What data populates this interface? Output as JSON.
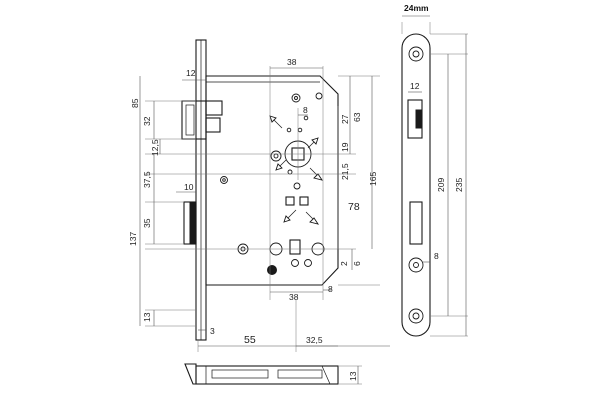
{
  "header": {
    "backset_label": "24mm"
  },
  "dimensions": {
    "d38_top": "38",
    "d12_top": "12",
    "d85": "85",
    "d32": "32",
    "d12_5": "12,5",
    "d8_top": "8",
    "d27": "27",
    "d63": "63",
    "d19": "19",
    "d37_5": "37,5",
    "d21_5": "21,5",
    "d165": "165",
    "d10": "10",
    "d78": "78",
    "d35": "35",
    "d137": "137",
    "d2": "2",
    "d6": "6",
    "d38_bottom": "38",
    "d8_bottom": "8",
    "d13_left": "13",
    "d3": "3",
    "d55": "55",
    "d32_5": "32,5",
    "side_d12": "12",
    "side_d209": "209",
    "side_d235": "235",
    "side_d8": "8",
    "d13_right": "13"
  },
  "colors": {
    "line": "#1a1a1a",
    "dimension": "#555555",
    "background": "#ffffff"
  }
}
